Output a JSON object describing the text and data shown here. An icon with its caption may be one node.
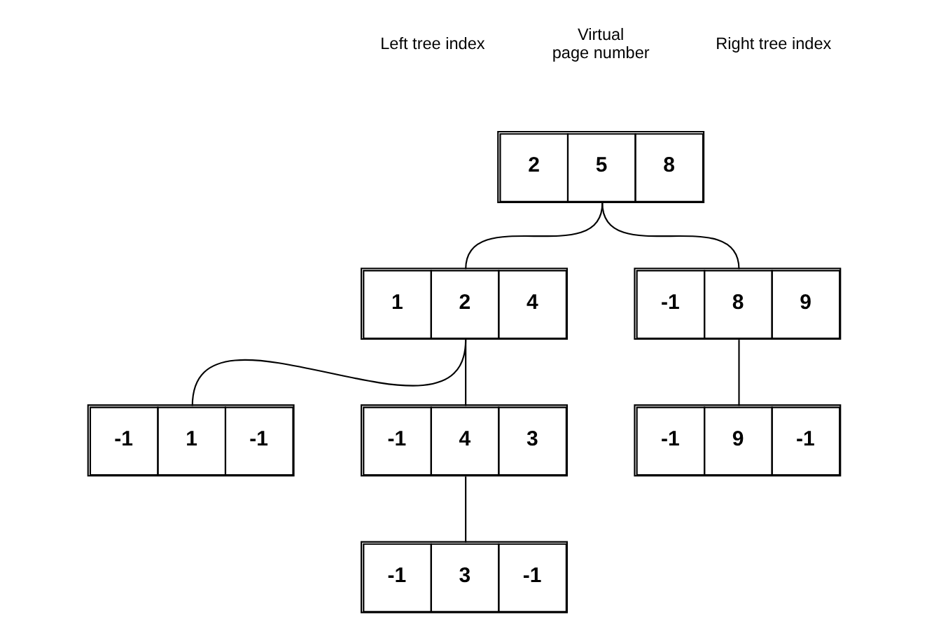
{
  "diagram": {
    "nodes": [
      {
        "text": [
          "2",
          "5",
          "8"
        ]
      },
      {
        "text": [
          "1",
          "2",
          "4"
        ]
      },
      {
        "text": [
          "-1",
          "8",
          "9"
        ]
      },
      {
        "text": [
          "-1",
          "1",
          "-1"
        ]
      },
      {
        "text": [
          "-1",
          "4",
          "3"
        ]
      },
      {
        "text": [
          "-1",
          "9",
          "-1"
        ]
      },
      {
        "text": [
          "-1",
          "3",
          "-1"
        ]
      }
    ],
    "edges": [
      {
        "from": 0,
        "to": 1,
        "arrow": "none"
      },
      {
        "from": 0,
        "to": 2,
        "arrow": "none"
      },
      {
        "from": 1,
        "to": 3,
        "arrow": "none"
      },
      {
        "from": 1,
        "to": 4,
        "arrow": "none"
      },
      {
        "from": 2,
        "to": 5,
        "arrow": "none"
      },
      {
        "from": 4,
        "to": 6,
        "arrow": "none"
      }
    ],
    "labels": [
      "Left tree index",
      "Virtual page number",
      "Right tree index"
    ]
  }
}
